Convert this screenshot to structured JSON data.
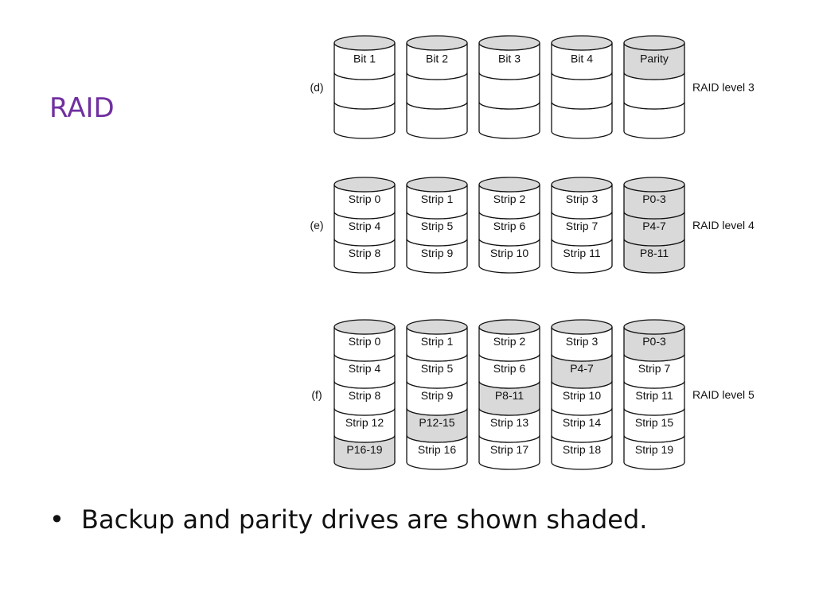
{
  "slide": {
    "title": "RAID",
    "bullet": "Backup and parity drives are shown shaded."
  },
  "colors": {
    "title": "#7030a0",
    "shaded": "#d9d9d9",
    "unshaded": "#ffffff",
    "stroke": "#111111"
  },
  "diagram": {
    "rows": [
      {
        "id": "d",
        "label": "(d)",
        "level": "RAID level 3",
        "disks": [
          {
            "cells": [
              "Bit 1",
              "",
              ""
            ],
            "shaded": [
              false,
              false,
              false
            ]
          },
          {
            "cells": [
              "Bit 2",
              "",
              ""
            ],
            "shaded": [
              false,
              false,
              false
            ]
          },
          {
            "cells": [
              "Bit 3",
              "",
              ""
            ],
            "shaded": [
              false,
              false,
              false
            ]
          },
          {
            "cells": [
              "Bit 4",
              "",
              ""
            ],
            "shaded": [
              false,
              false,
              false
            ]
          },
          {
            "cells": [
              "Parity",
              "",
              ""
            ],
            "shaded": [
              true,
              false,
              false
            ]
          }
        ]
      },
      {
        "id": "e",
        "label": "(e)",
        "level": "RAID level 4",
        "disks": [
          {
            "cells": [
              "Strip 0",
              "Strip 4",
              "Strip 8"
            ],
            "shaded": [
              false,
              false,
              false
            ]
          },
          {
            "cells": [
              "Strip 1",
              "Strip 5",
              "Strip 9"
            ],
            "shaded": [
              false,
              false,
              false
            ]
          },
          {
            "cells": [
              "Strip 2",
              "Strip 6",
              "Strip 10"
            ],
            "shaded": [
              false,
              false,
              false
            ]
          },
          {
            "cells": [
              "Strip 3",
              "Strip 7",
              "Strip 11"
            ],
            "shaded": [
              false,
              false,
              false
            ]
          },
          {
            "cells": [
              "P0-3",
              "P4-7",
              "P8-11"
            ],
            "shaded": [
              true,
              true,
              true
            ]
          }
        ]
      },
      {
        "id": "f",
        "label": "(f)",
        "level": "RAID level 5",
        "disks": [
          {
            "cells": [
              "Strip 0",
              "Strip 4",
              "Strip 8",
              "Strip 12",
              "P16-19"
            ],
            "shaded": [
              false,
              false,
              false,
              false,
              true
            ]
          },
          {
            "cells": [
              "Strip 1",
              "Strip 5",
              "Strip 9",
              "P12-15",
              "Strip 16"
            ],
            "shaded": [
              false,
              false,
              false,
              true,
              false
            ]
          },
          {
            "cells": [
              "Strip 2",
              "Strip 6",
              "P8-11",
              "Strip 13",
              "Strip 17"
            ],
            "shaded": [
              false,
              false,
              true,
              false,
              false
            ]
          },
          {
            "cells": [
              "Strip 3",
              "P4-7",
              "Strip 10",
              "Strip 14",
              "Strip 18"
            ],
            "shaded": [
              false,
              true,
              false,
              false,
              false
            ]
          },
          {
            "cells": [
              "P0-3",
              "Strip 7",
              "Strip 11",
              "Strip 15",
              "Strip 19"
            ],
            "shaded": [
              true,
              false,
              false,
              false,
              false
            ]
          }
        ]
      }
    ]
  }
}
